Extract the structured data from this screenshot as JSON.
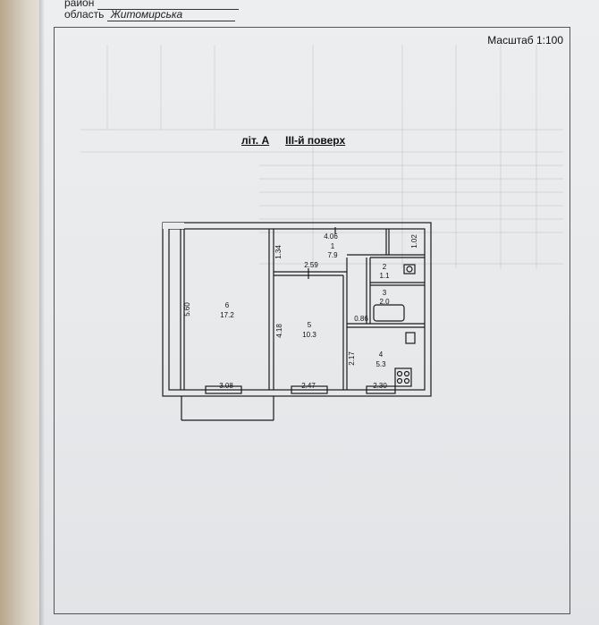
{
  "header": {
    "district_label": "район",
    "region_label": "область",
    "region_value": "Житомирська"
  },
  "scale": "Масштаб 1:100",
  "plan": {
    "building": "літ. А",
    "floor": "ІІІ-й поверх"
  },
  "rooms": [
    {
      "num": "1",
      "area": "7.9"
    },
    {
      "num": "2",
      "area": "1.1"
    },
    {
      "num": "3",
      "area": "2.0"
    },
    {
      "num": "4",
      "area": "5.3"
    },
    {
      "num": "5",
      "area": "10.3"
    },
    {
      "num": "6",
      "area": "17.2"
    }
  ],
  "dimensions": [
    "4.06",
    "1.34",
    "1.02",
    "2.59",
    "5.60",
    "4.18",
    "0.86",
    "2.17",
    "3.08",
    "2.47",
    "2.30"
  ],
  "colors": {
    "paper": "#e9ebed",
    "ink": "#1a1a1a"
  }
}
